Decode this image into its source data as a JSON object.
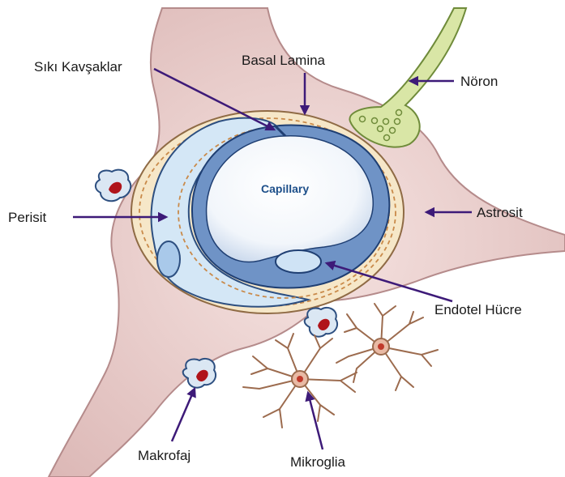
{
  "labels": {
    "tight_junctions": "Sıkı Kavşaklar",
    "basal_lamina": "Basal Lamina",
    "neuron": "Nöron",
    "pericyte": "Perisit",
    "astrocyte": "Astrosit",
    "capillary": "Capillary",
    "endothelial_cell": "Endotel Hücre",
    "macrophage": "Makrofaj",
    "microglia": "Mikroglia"
  },
  "colors": {
    "astrocyte_fill": "#ead0cf",
    "astrocyte_edge": "#b58b8b",
    "neuron_fill": "#d9e6a6",
    "neuron_edge": "#6f8b3a",
    "basal_lamina_fill": "#f6e7c8",
    "basal_lamina_dash": "#c98a4a",
    "pericyte_fill": "#d4e7f6",
    "endothelium_fill": "#6f93c6",
    "lumen_fill": "#ffffff",
    "arrow": "#3d1a78",
    "microglia": "#9c6b4e",
    "macrophage_nucleus": "#b0141a"
  }
}
